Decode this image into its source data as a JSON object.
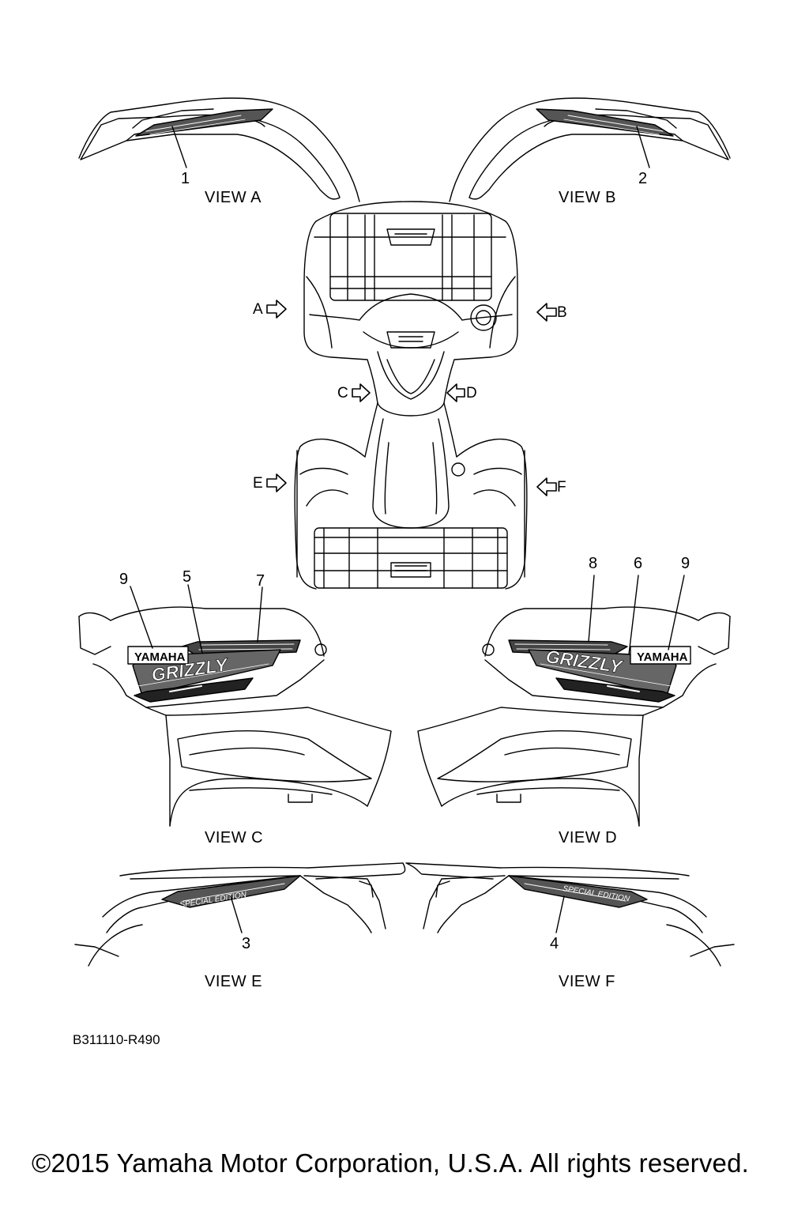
{
  "callouts": [
    "1",
    "2",
    "3",
    "4",
    "5",
    "6",
    "7",
    "8",
    "9",
    "9"
  ],
  "views": [
    "VIEW A",
    "VIEW B",
    "VIEW C",
    "VIEW D",
    "VIEW E",
    "VIEW F"
  ],
  "direction_arrows": [
    "A",
    "B",
    "C",
    "D",
    "E",
    "F"
  ],
  "decal_text": {
    "brand": "YAMAHA",
    "model": "GRIZZLY",
    "edition": "SPECIAL EDITION"
  },
  "part_number": "B311110-R490",
  "copyright": "©2015 Yamaha Motor Corporation, U.S.A. All rights reserved."
}
